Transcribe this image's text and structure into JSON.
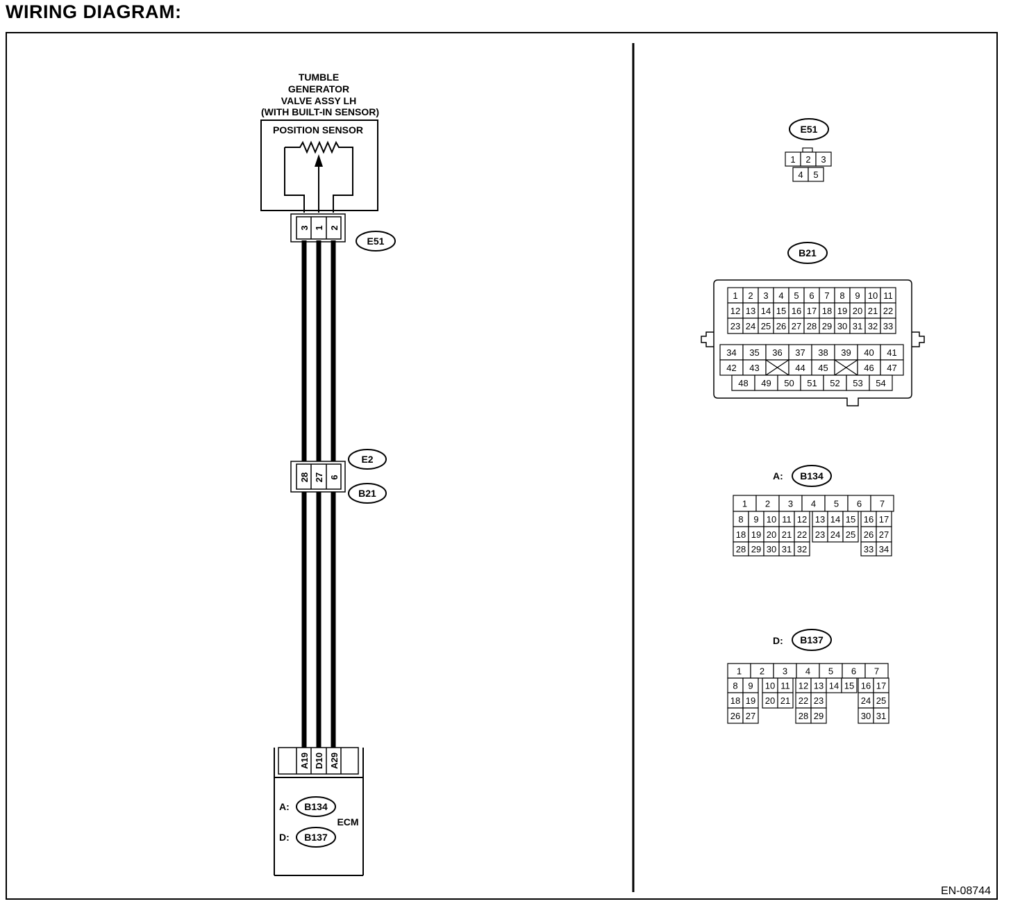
{
  "heading": "WIRING DIAGRAM:",
  "left_panel": {
    "component_title": [
      "TUMBLE",
      "GENERATOR",
      "VALVE ASSY LH",
      "(WITH BUILT-IN SENSOR)"
    ],
    "position_sensor_label": "POSITION SENSOR",
    "e51_pins": [
      "3",
      "1",
      "2"
    ],
    "e51_tag": "E51",
    "e2_tag": "E2",
    "b21_tag": "B21",
    "mid_pins": [
      "28",
      "27",
      "6"
    ],
    "ecm_pins": [
      "A19",
      "D10",
      "A29"
    ],
    "ecm_a_prefix": "A:",
    "ecm_a_tag": "B134",
    "ecm_d_prefix": "D:",
    "ecm_d_tag": "B137",
    "ecm_label": "ECM"
  },
  "right_panel": {
    "e51": {
      "tag": "E51",
      "rows": [
        [
          "1",
          "2",
          "3"
        ],
        [
          "4",
          "5"
        ]
      ]
    },
    "b21": {
      "tag": "B21",
      "upper_rows": [
        [
          "1",
          "2",
          "3",
          "4",
          "5",
          "6",
          "7",
          "8",
          "9",
          "10",
          "11"
        ],
        [
          "12",
          "13",
          "14",
          "15",
          "16",
          "17",
          "18",
          "19",
          "20",
          "21",
          "22"
        ],
        [
          "23",
          "24",
          "25",
          "26",
          "27",
          "28",
          "29",
          "30",
          "31",
          "32",
          "33"
        ]
      ],
      "lower_rows": [
        [
          "34",
          "35",
          "36",
          "37",
          "38",
          "39",
          "40",
          "41"
        ],
        [
          "42",
          "43",
          "",
          "44",
          "45",
          "",
          "46",
          "47"
        ],
        [
          "48",
          "49",
          "50",
          "51",
          "52",
          "53",
          "54"
        ]
      ]
    },
    "b134": {
      "prefix": "A:",
      "tag": "B134",
      "rows": [
        [
          "1",
          "2",
          "3",
          "4",
          "5",
          "6",
          "7"
        ],
        [
          "8",
          "9",
          "10",
          "11",
          "12",
          "13",
          "14",
          "15",
          "16",
          "17"
        ],
        [
          "18",
          "19",
          "20",
          "21",
          "22",
          "23",
          "24",
          "25",
          "26",
          "27"
        ],
        [
          "28",
          "29",
          "30",
          "31",
          "32",
          "33",
          "34"
        ]
      ]
    },
    "b137": {
      "prefix": "D:",
      "tag": "B137",
      "rows": [
        [
          "1",
          "2",
          "3",
          "4",
          "5",
          "6",
          "7"
        ],
        [
          "8",
          "9",
          "10",
          "11",
          "12",
          "13",
          "14",
          "15",
          "16",
          "17"
        ],
        [
          "18",
          "19",
          "20",
          "21",
          "22",
          "23",
          "24",
          "25"
        ],
        [
          "26",
          "27",
          "28",
          "29",
          "30",
          "31"
        ]
      ]
    }
  },
  "figure_code": "EN-08744"
}
